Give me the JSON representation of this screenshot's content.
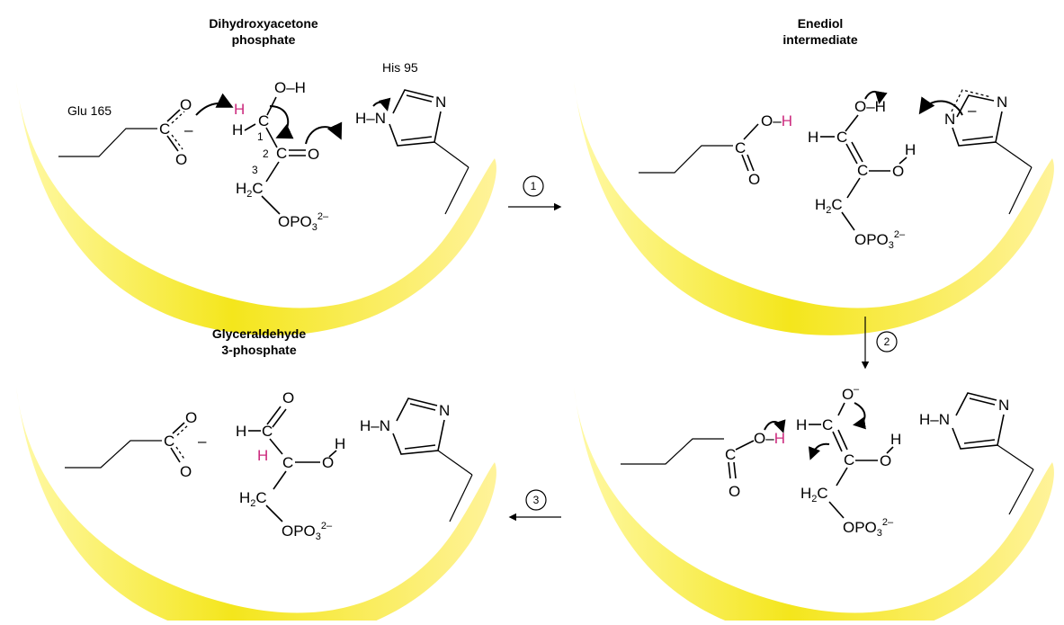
{
  "colors": {
    "enzyme": "#f6ec1e",
    "highlight": "#cc2a7e"
  },
  "titles": {
    "dhap_l1": "Dihydroxyacetone",
    "dhap_l2": "phosphate",
    "enediol_l1": "Enediol",
    "enediol_l2": "intermediate",
    "gap_l1": "Glyceraldehyde",
    "gap_l2": "3-phosphate"
  },
  "labels": {
    "glu": "Glu 165",
    "his": "His 95"
  },
  "carbon_numbers": [
    "1",
    "2",
    "3"
  ],
  "steps": [
    "1",
    "2",
    "3"
  ],
  "atoms": {
    "O": "O",
    "H": "H",
    "C": "C",
    "N": "N",
    "minus": "–",
    "neg": "−",
    "OH": "O–H",
    "HN": "H–N",
    "H2C": "H2C",
    "OPO3": "OPO3",
    "charge": "2–",
    "Osup": "–"
  }
}
